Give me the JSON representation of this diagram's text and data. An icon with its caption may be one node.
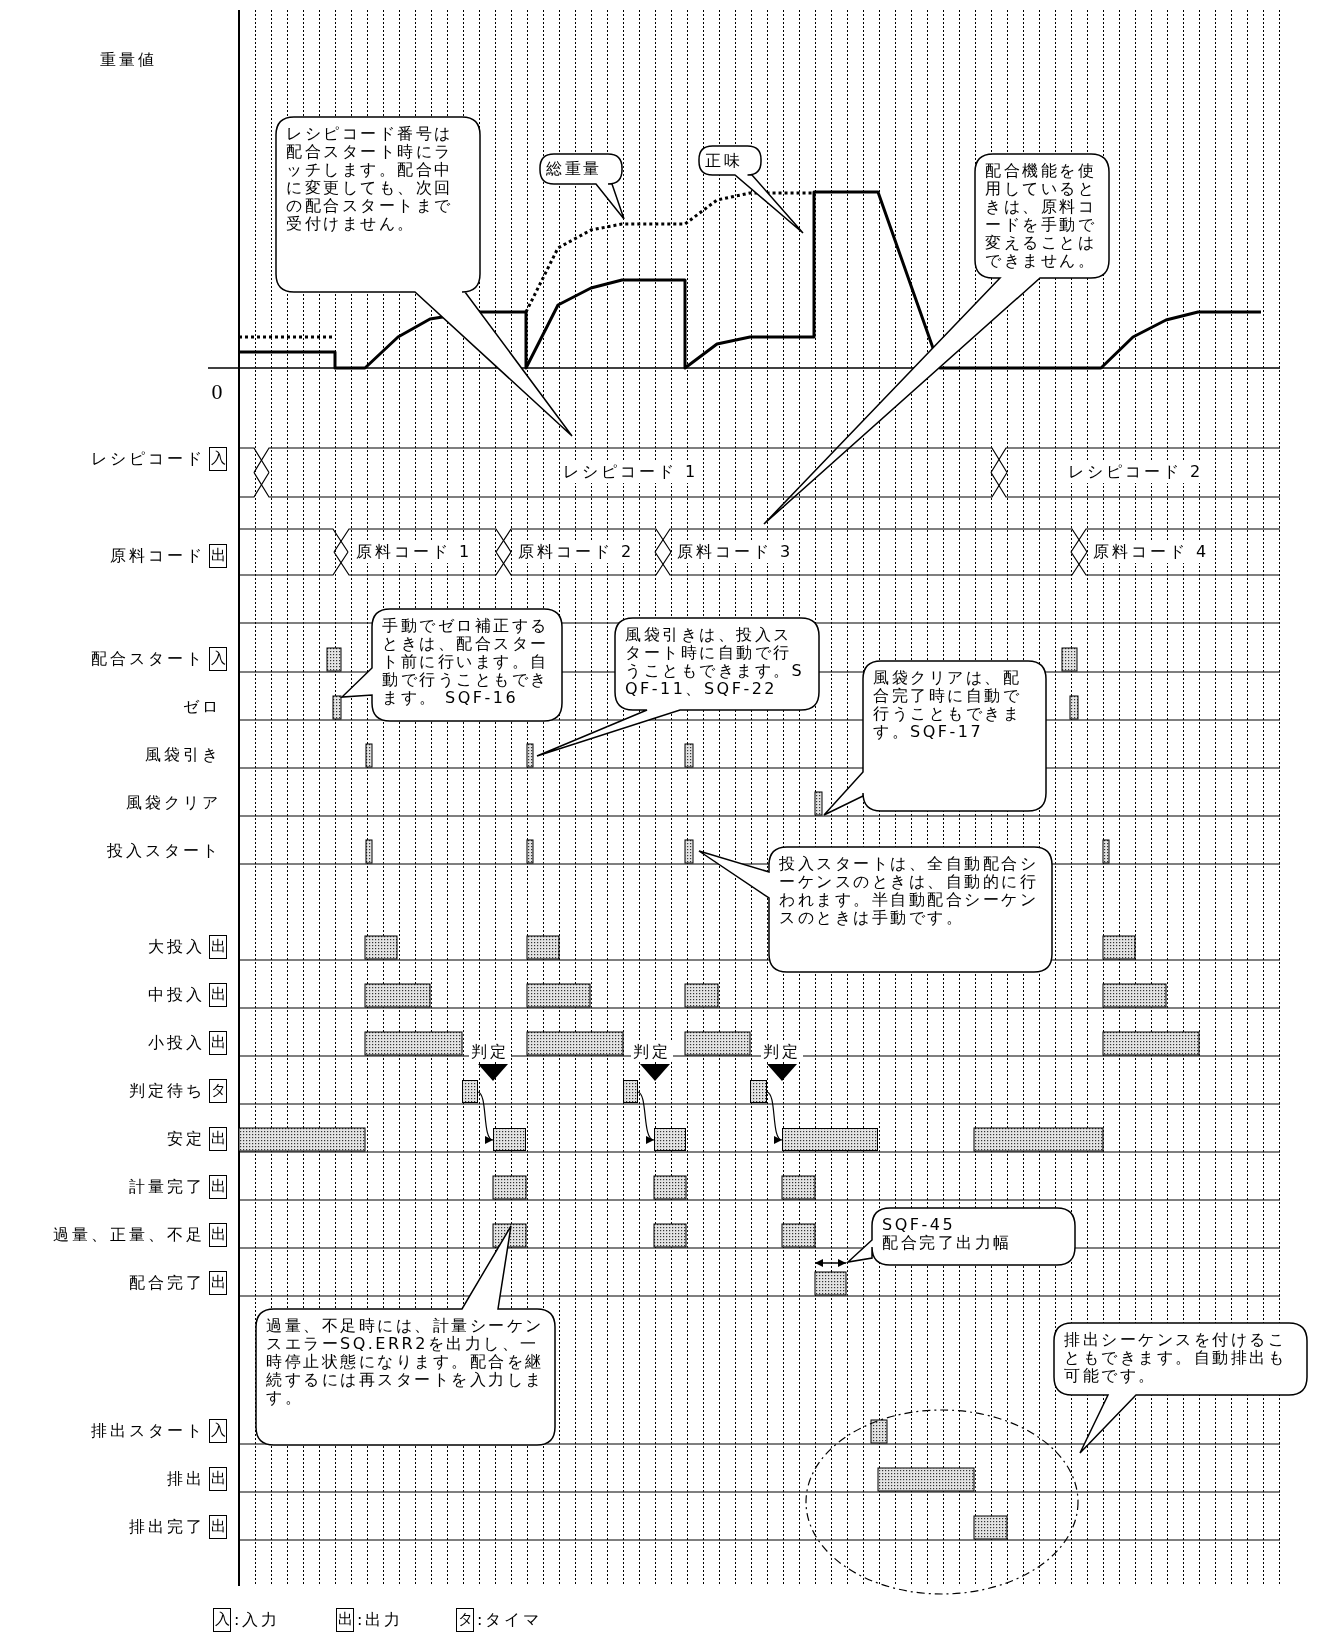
{
  "diagram": {
    "nodes": [
      {
        "text": [
          "レシピコード番号は配合スタート時にラッチします。配合中に変更しても、次回の配合スタートまで受付けません。"
        ]
      },
      {
        "text": [
          "総重量"
        ]
      },
      {
        "text": [
          "正味"
        ]
      },
      {
        "text": [
          "配合機能を使用しているときは、原料コードを手動で変えることはできません。"
        ]
      },
      {
        "text": [
          "入"
        ]
      },
      {
        "text": [],
        "shape": "box"
      },
      {
        "text": [
          "レシピコード 1"
        ]
      },
      {
        "text": [
          "レシピコード 2"
        ]
      },
      {
        "text": [
          "出"
        ]
      },
      {
        "text": [],
        "shape": "box"
      },
      {
        "text": [
          "原料コード 1"
        ]
      },
      {
        "text": [
          "原料コード 2"
        ]
      },
      {
        "text": [
          "原料コード 3"
        ]
      },
      {
        "text": [
          "原料コード 4"
        ]
      },
      {
        "text": [
          "手動でゼロ補正するときは、配合スタート前に行います。自動で行うこともできます。 SQF-16"
        ]
      },
      {
        "text": [
          "風袋引きは、投入スタート時に自動で行うこともできます。SQF-11、SQF-22"
        ]
      },
      {
        "text": [
          "入"
        ]
      },
      {
        "text": [
          "風袋クリアは、配合完了時に自動で行うこともできます。SQF-17"
        ]
      },
      {
        "text": [
          "投入スタートは、全自動配合シーケンスのときは、自動的に行われます。半自動配合シーケンスのときは手動です。"
        ]
      },
      {
        "text": [
          "出"
        ]
      },
      {
        "text": [
          "出"
        ]
      },
      {
        "text": [
          "出"
        ]
      },
      {
        "text": [
          "タ"
        ]
      },
      {
        "text": [],
        "shape": "bar"
      },
      {
        "text": [],
        "shape": "bar"
      },
      {
        "text": [],
        "shape": "bar"
      },
      {
        "text": [
          "出"
        ]
      },
      {
        "text": [],
        "shape": "bar"
      },
      {
        "text": [],
        "shape": "bar"
      },
      {
        "text": [],
        "shape": "bar"
      },
      {
        "text": [
          "出"
        ]
      },
      {
        "text": [
          "出"
        ]
      },
      {
        "text": [
          "SQF-45",
          "配合完了出力幅"
        ]
      },
      {
        "text": [
          "出"
        ]
      },
      {
        "text": [
          "過量、不足時には、計量シーケンスエラーSQ.ERR2を出力し、一時停止状態になります。配合を継続するには再スタートを入力します。"
        ]
      },
      {
        "text": [
          "排出シーケンスを付けることもできます。自動排出も可能です。"
        ]
      },
      {
        "text": [
          "入"
        ]
      },
      {
        "text": [
          "出"
        ]
      },
      {
        "text": [
          "出"
        ]
      },
      {
        "text": [
          "入"
        ],
        "beside": [
          ":入力"
        ]
      },
      {
        "text": [
          "出"
        ],
        "beside": [
          ":出力"
        ]
      },
      {
        "text": [
          "タ"
        ],
        "beside": [
          ":タイマ"
        ]
      }
    ],
    "edges": [
      {
        "from": 23,
        "to": 27,
        "arrow": "to"
      },
      {
        "from": 24,
        "to": 28,
        "arrow": "to"
      },
      {
        "from": 25,
        "to": 29,
        "arrow": "to"
      }
    ],
    "labels": [
      "重量値",
      "0",
      "レシピコード",
      "原料コード",
      "配合スタート",
      "ゼロ",
      "風袋引き",
      "風袋クリア",
      "投入スタート",
      "大投入",
      "中投入",
      "小投入",
      "判定",
      "判定",
      "判定",
      "判定待ち",
      "安定",
      "計量完了",
      "過量、正量、不足",
      "配合完了",
      "排出スタート",
      "排出",
      "排出完了"
    ]
  }
}
